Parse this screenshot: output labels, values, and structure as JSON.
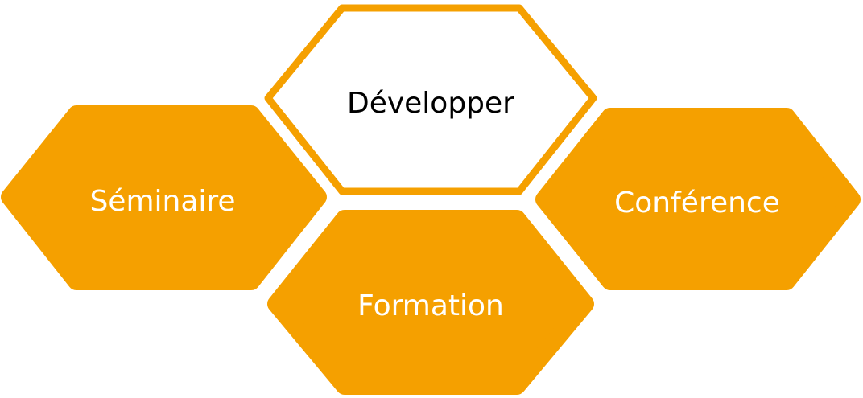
{
  "colors": {
    "accent": "#F5A000",
    "outline_fill": "#FFFFFF",
    "label_light": "#FFFFFF",
    "label_dark": "#000000"
  },
  "hexagons": [
    {
      "id": "developper",
      "label": "Développer",
      "style": "outline"
    },
    {
      "id": "seminaire",
      "label": "Séminaire",
      "style": "filled"
    },
    {
      "id": "conference",
      "label": "Conférence",
      "style": "filled"
    },
    {
      "id": "formation",
      "label": "Formation",
      "style": "filled"
    }
  ]
}
